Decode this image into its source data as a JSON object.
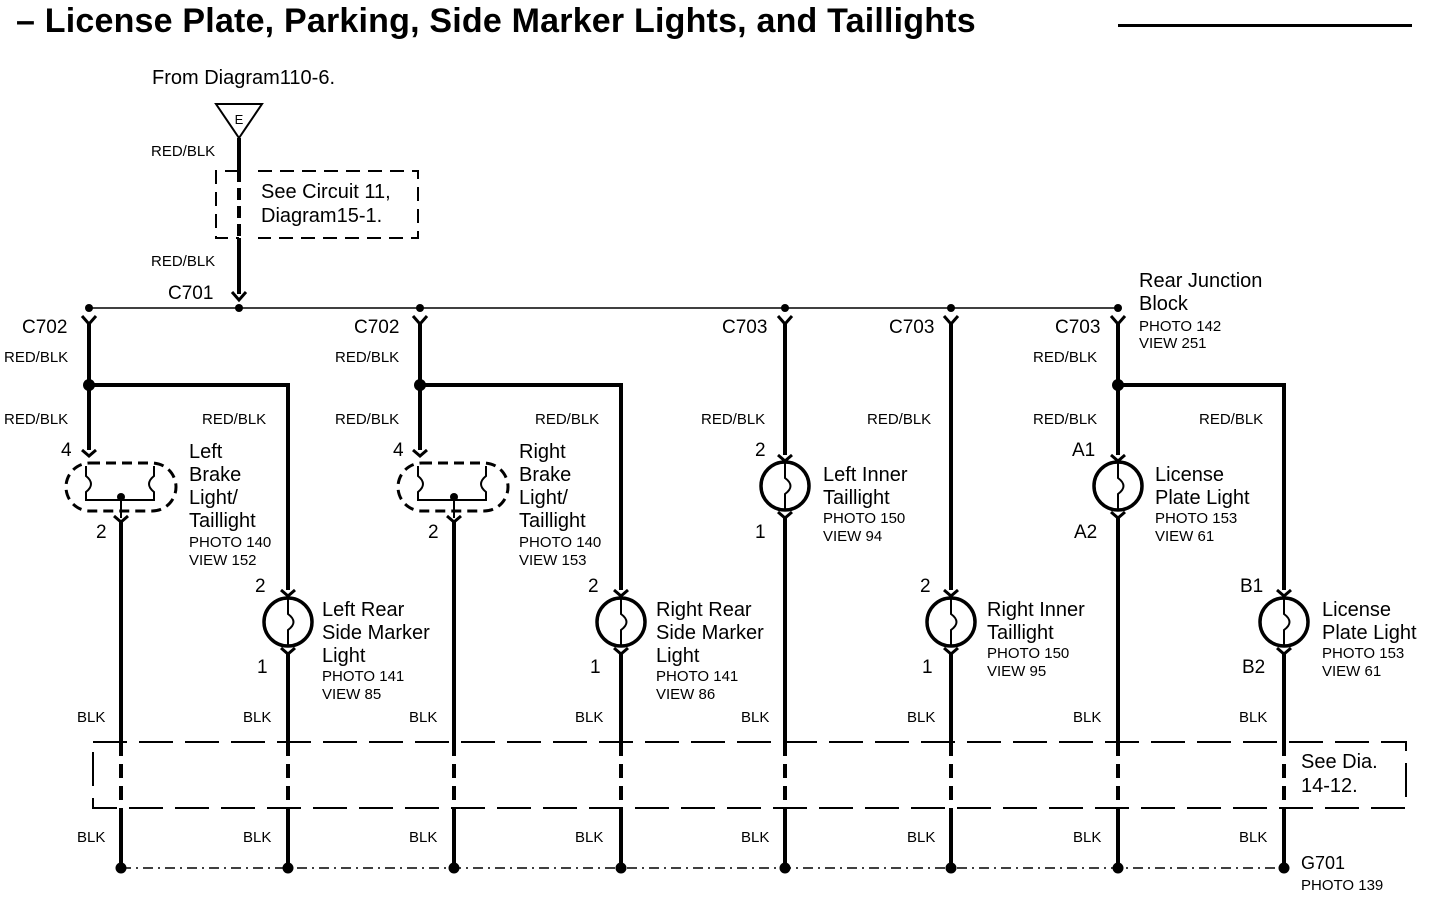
{
  "title": "– License Plate, Parking, Side Marker Lights, and Taillights",
  "source": {
    "from_text": "From Diagram110-6.",
    "terminal": "E"
  },
  "circuit_note": {
    "line1": "See Circuit 11,",
    "line2": "Diagram15-1."
  },
  "junction_block": {
    "name_line1": "Rear Junction",
    "name_line2": "Block",
    "photo": "PHOTO 142",
    "view": "VIEW 251"
  },
  "connectors": {
    "c701": "C701",
    "c702": "C702",
    "c703": "C703"
  },
  "wire_colors": {
    "red_blk": "RED/BLK",
    "blk": "BLK"
  },
  "components": {
    "left_brake": {
      "line1": "Left",
      "line2": "Brake",
      "line3": "Light/",
      "line4": "Taillight",
      "photo": "PHOTO 140",
      "view": "VIEW 152",
      "pin_top": "4",
      "pin_bottom": "2"
    },
    "right_brake": {
      "line1": "Right",
      "line2": "Brake",
      "line3": "Light/",
      "line4": "Taillight",
      "photo": "PHOTO 140",
      "view": "VIEW 153",
      "pin_top": "4",
      "pin_bottom": "2"
    },
    "left_side_marker": {
      "line1": "Left Rear",
      "line2": "Side Marker",
      "line3": "Light",
      "photo": "PHOTO 141",
      "view": "VIEW 85",
      "pin_top": "2",
      "pin_bottom": "1"
    },
    "right_side_marker": {
      "line1": "Right Rear",
      "line2": "Side Marker",
      "line3": "Light",
      "photo": "PHOTO 141",
      "view": "VIEW 86",
      "pin_top": "2",
      "pin_bottom": "1"
    },
    "left_inner": {
      "line1": "Left Inner",
      "line2": "Taillight",
      "photo": "PHOTO 150",
      "view": "VIEW 94",
      "pin_top": "2",
      "pin_bottom": "1"
    },
    "right_inner": {
      "line1": "Right Inner",
      "line2": "Taillight",
      "photo": "PHOTO 150",
      "view": "VIEW 95",
      "pin_top": "2",
      "pin_bottom": "1"
    },
    "license_a": {
      "line1": "License",
      "line2": "Plate Light",
      "photo": "PHOTO 153",
      "view": "VIEW 61",
      "pin_top": "A1",
      "pin_bottom": "A2"
    },
    "license_b": {
      "line1": "License",
      "line2": "Plate Light",
      "photo": "PHOTO 153",
      "view": "VIEW 61",
      "pin_top": "B1",
      "pin_bottom": "B2"
    }
  },
  "ground_note": {
    "line1": "See Dia.",
    "line2": "14-12."
  },
  "ground": {
    "name": "G701",
    "photo": "PHOTO 139"
  }
}
